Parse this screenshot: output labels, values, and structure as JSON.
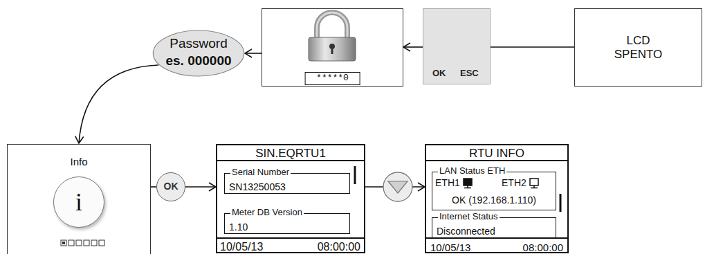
{
  "diagram": {
    "nodes": [
      {
        "text": [
          "Password",
          "es. 000000"
        ]
      },
      {
        "text": [
          "*****0"
        ]
      },
      {
        "text": [
          "OK",
          "ESC"
        ]
      },
      {
        "text": [
          "LCD SPENTO"
        ]
      },
      {
        "text": [
          "Info"
        ]
      },
      {
        "text": [
          "i"
        ],
        "in": 4
      },
      {
        "text": [
          "OK"
        ]
      },
      {
        "text": [
          "SIN.EQRTU1",
          "10/05/13",
          "08:00:00"
        ]
      },
      {
        "text": [
          "Serial Number",
          "SN13250053"
        ],
        "in": 7
      },
      {
        "text": [
          "Meter DB Version",
          "1.10"
        ],
        "in": 7
      },
      {
        "text": [
          "RTU INFO",
          "10/05/13",
          "08:00:00"
        ]
      },
      {
        "text": [
          "LAN Status ETH",
          "ETH1",
          "ETH2",
          "OK (192.168.1.110)"
        ],
        "in": 10
      },
      {
        "text": [
          "Internet Status",
          "Disconnected"
        ],
        "in": 10
      }
    ],
    "edges": [
      {
        "from": 3,
        "to": 2,
        "arrow": "none"
      },
      {
        "from": 2,
        "to": 1,
        "arrow": "to"
      },
      {
        "from": 1,
        "to": 0,
        "arrow": "to"
      },
      {
        "from": 0,
        "to": 4,
        "arrow": "to"
      },
      {
        "from": 4,
        "to": 6,
        "arrow": "none"
      },
      {
        "from": 6,
        "to": 7,
        "arrow": "to"
      },
      {
        "from": 7,
        "to": 10,
        "arrow": "to"
      }
    ]
  }
}
